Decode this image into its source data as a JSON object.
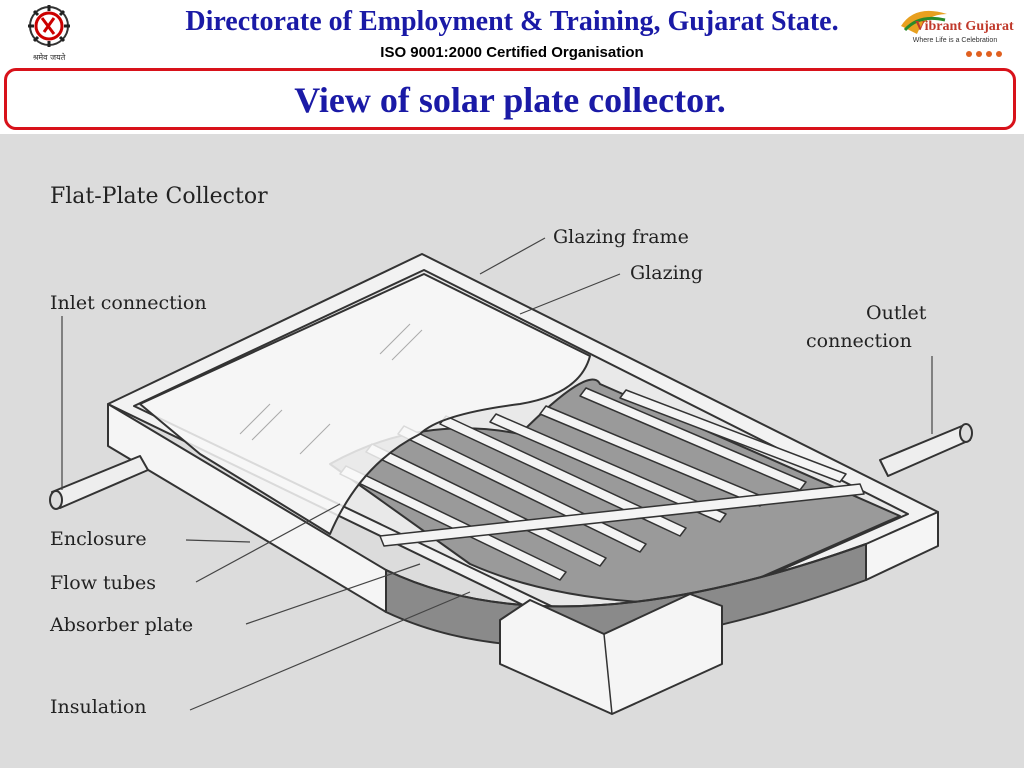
{
  "header": {
    "title": "Directorate of Employment & Training, Gujarat State.",
    "subtitle": "ISO 9001:2000 Certified Organisation",
    "left_logo": "emblem-logo",
    "left_logo_text": "श्रमेव जयते",
    "right_logo": "vibrant-gujarat-logo",
    "right_logo_text": "Vibrant Gujarat",
    "right_logo_tagline": "Where Life is a Celebration"
  },
  "banner": {
    "title": "View of solar plate collector."
  },
  "diagram": {
    "title": "Flat-Plate Collector",
    "labels": {
      "glazing_frame": "Glazing frame",
      "glazing": "Glazing",
      "inlet": "Inlet connection",
      "outlet_1": "Outlet",
      "outlet_2": "connection",
      "enclosure": "Enclosure",
      "flow_tubes": "Flow tubes",
      "absorber": "Absorber plate",
      "insulation": "Insulation"
    }
  },
  "colors": {
    "title_blue": "#1a1aa6",
    "banner_border": "#d8121a",
    "diagram_bg": "#dcdcdc"
  }
}
